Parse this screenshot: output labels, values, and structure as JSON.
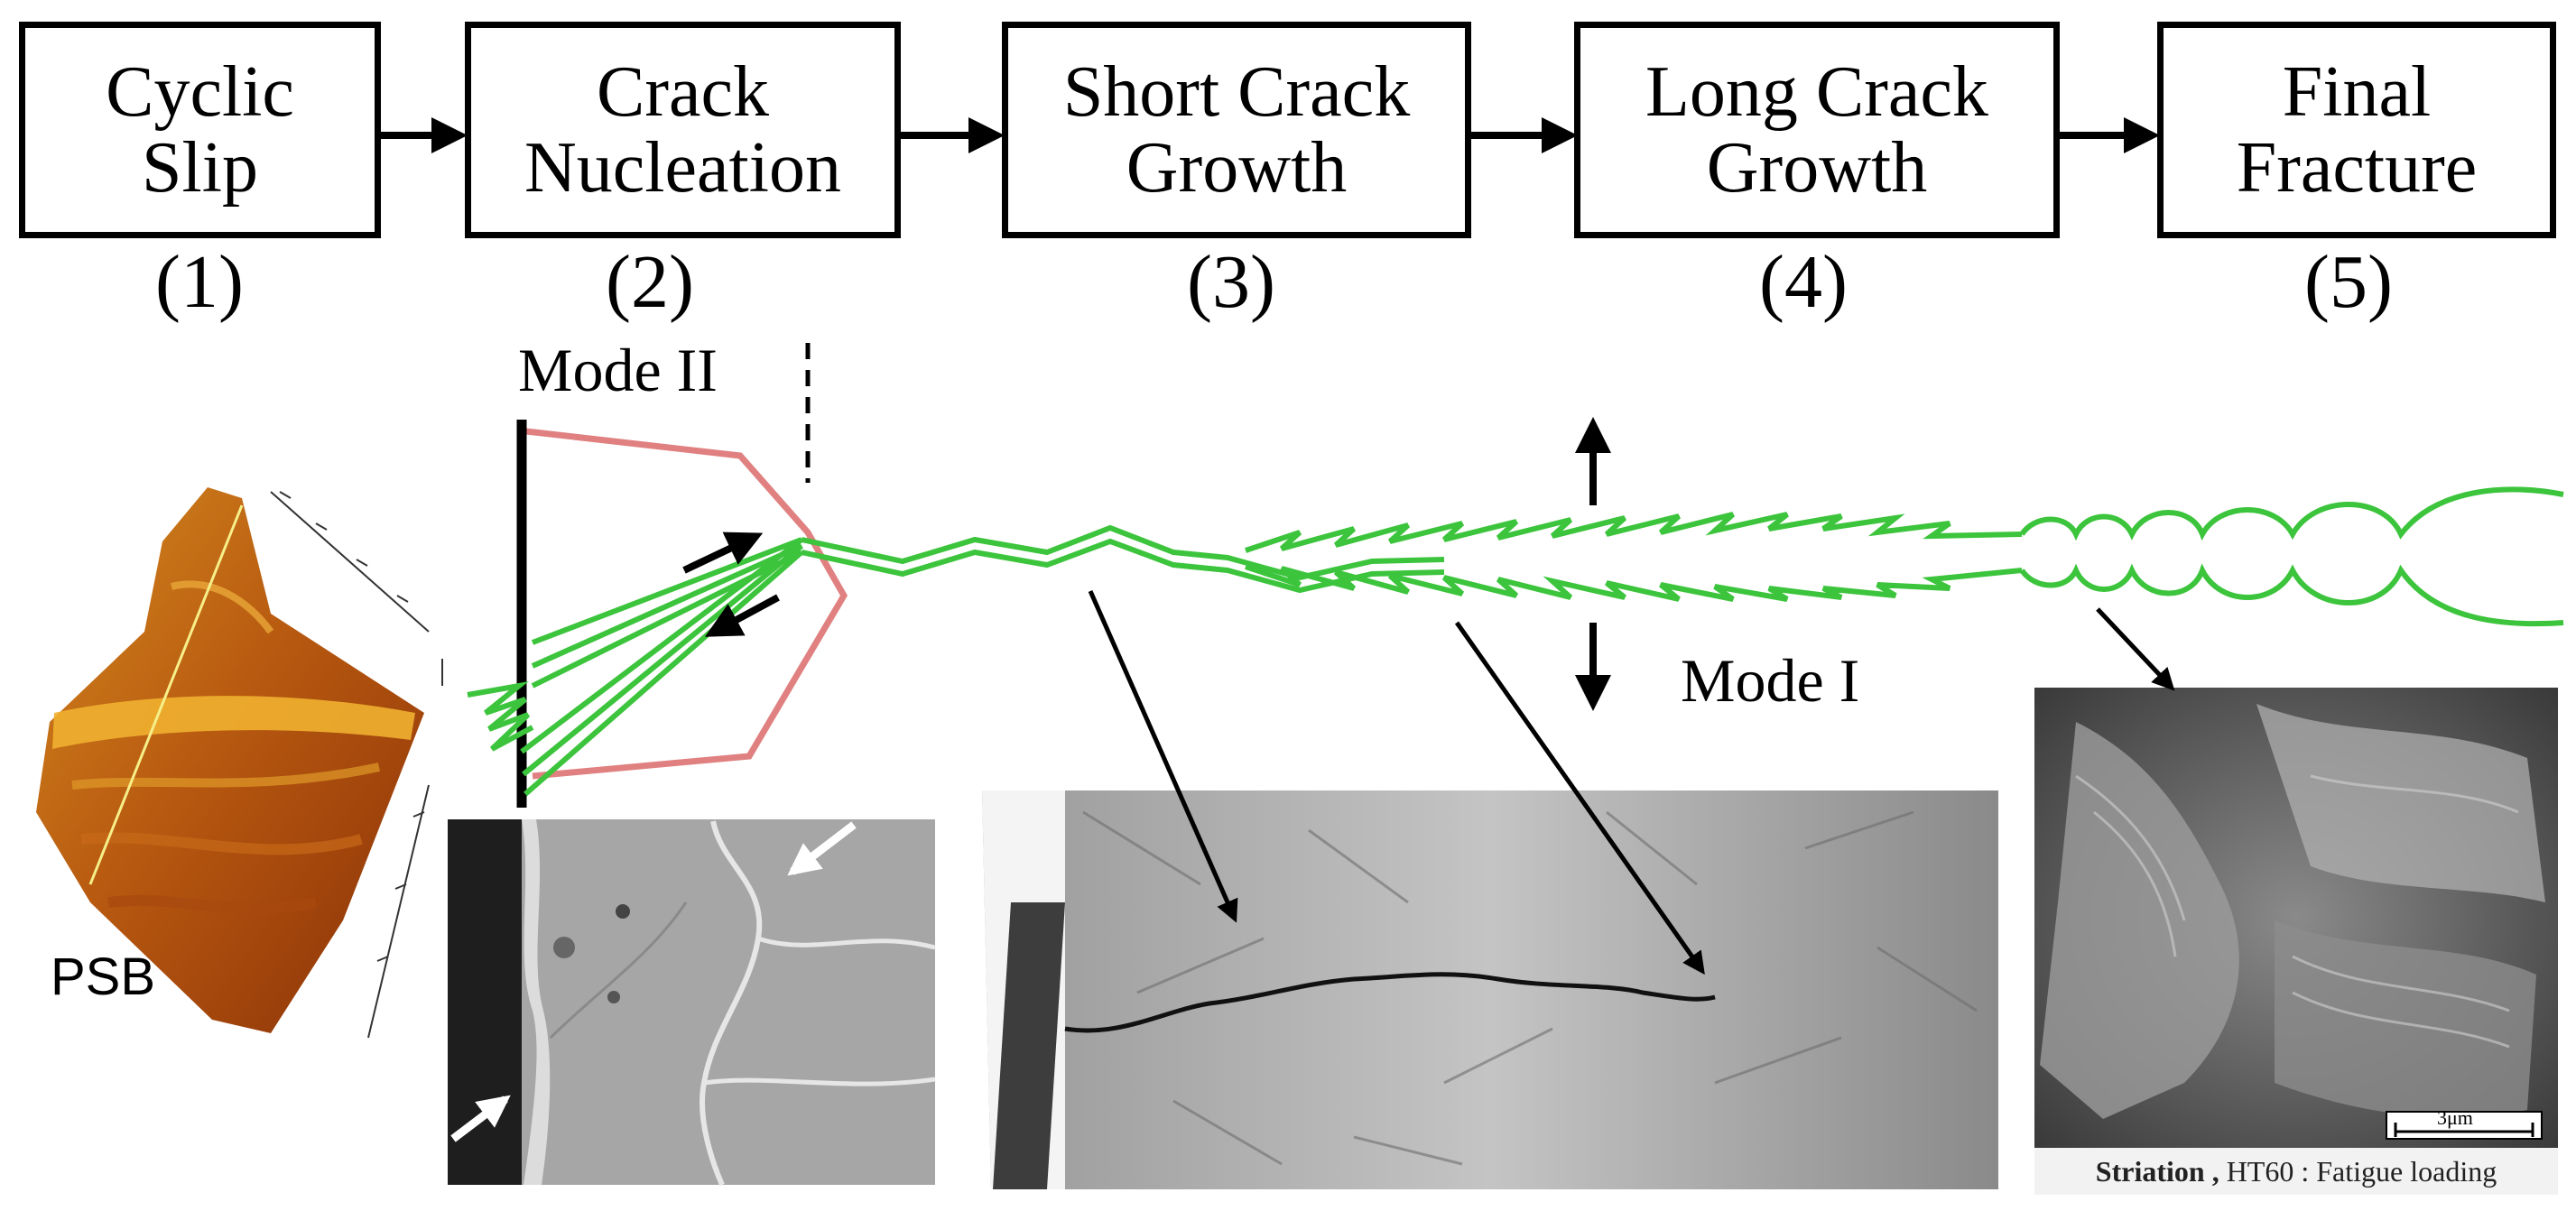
{
  "stages": [
    {
      "line1": "Cyclic",
      "line2": "Slip",
      "number": "(1)"
    },
    {
      "line1": "Crack",
      "line2": "Nucleation",
      "number": "(2)"
    },
    {
      "line1": "Short Crack",
      "line2": "Growth",
      "number": "(3)"
    },
    {
      "line1": "Long Crack",
      "line2": "Growth",
      "number": "(4)"
    },
    {
      "line1": "Final",
      "line2": "Fracture",
      "number": "(5)"
    }
  ],
  "labels": {
    "mode_ii": "Mode II",
    "mode_i": "Mode I",
    "psb": "PSB"
  },
  "micrograph_caption": {
    "bold": "Striation ,",
    "rest": " HT60 : Fatigue loading",
    "scale": "3μm"
  },
  "colors": {
    "crack_green": "#3cc43c",
    "grain_red": "#e08080",
    "stroke": "#000000"
  }
}
